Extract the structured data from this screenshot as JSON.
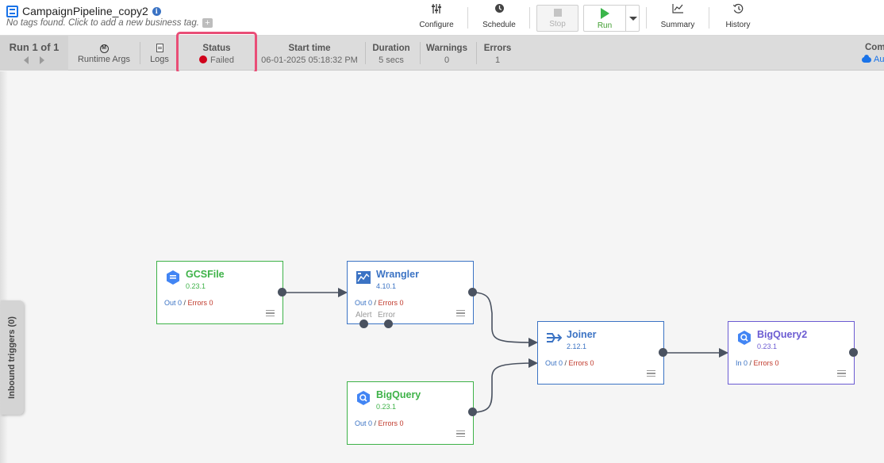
{
  "header": {
    "pipeline_name": "CampaignPipeline_copy2",
    "info_glyph": "i",
    "tags_text": "No tags found. Click to add a new business tag.",
    "add_tag_glyph": "+",
    "toolbar": {
      "configure": "Configure",
      "schedule": "Schedule",
      "stop": "Stop",
      "run": "Run",
      "summary": "Summary",
      "history": "History"
    },
    "icons": {
      "configure": "sliders-icon",
      "schedule": "clock-icon",
      "summary": "chart-line-icon",
      "history": "history-icon"
    }
  },
  "runbar": {
    "run_counter": "Run 1 of 1",
    "runtime_args": "Runtime Args",
    "runtime_icon_glyph": "M",
    "logs": "Logs",
    "status_label": "Status",
    "status_value": "Failed",
    "status_color": "#d0021b",
    "start_time_label": "Start time",
    "start_time_value": "06-01-2025 05:18:32 PM",
    "duration_label": "Duration",
    "duration_value": "5 secs",
    "warnings_label": "Warnings",
    "warnings_value": "0",
    "errors_label": "Errors",
    "errors_value": "1",
    "compute_label": "Com",
    "compute_value": "Au"
  },
  "canvas": {
    "inbound_triggers": "Inbound triggers (0)",
    "nodes": {
      "gcsfile": {
        "name": "GCSFile",
        "version": "0.23.1",
        "io_label": "Out 0",
        "sep": " / ",
        "errors_label": "Errors 0",
        "icon": "gcs-icon"
      },
      "wrangler": {
        "name": "Wrangler",
        "version": "4.10.1",
        "io_label": "Out 0",
        "sep": " / ",
        "errors_label": "Errors 0",
        "alert": "Alert",
        "error": "Error",
        "icon": "wrangler-icon"
      },
      "bigquery": {
        "name": "BigQuery",
        "version": "0.23.1",
        "io_label": "Out 0",
        "sep": " / ",
        "errors_label": "Errors 0",
        "icon": "bigquery-icon"
      },
      "joiner": {
        "name": "Joiner",
        "version": "2.12.1",
        "io_label": "Out 0",
        "sep": " / ",
        "errors_label": "Errors 0",
        "icon": "joiner-icon"
      },
      "bigquery2": {
        "name": "BigQuery2",
        "version": "0.23.1",
        "io_label": "In 0",
        "sep": " / ",
        "errors_label": "Errors 0",
        "icon": "bigquery-icon"
      }
    },
    "colors": {
      "source": "#3eb248",
      "transform": "#3b73c4",
      "sink": "#6b5bd2",
      "error": "#c0392b",
      "highlight": "#e94e77"
    }
  }
}
